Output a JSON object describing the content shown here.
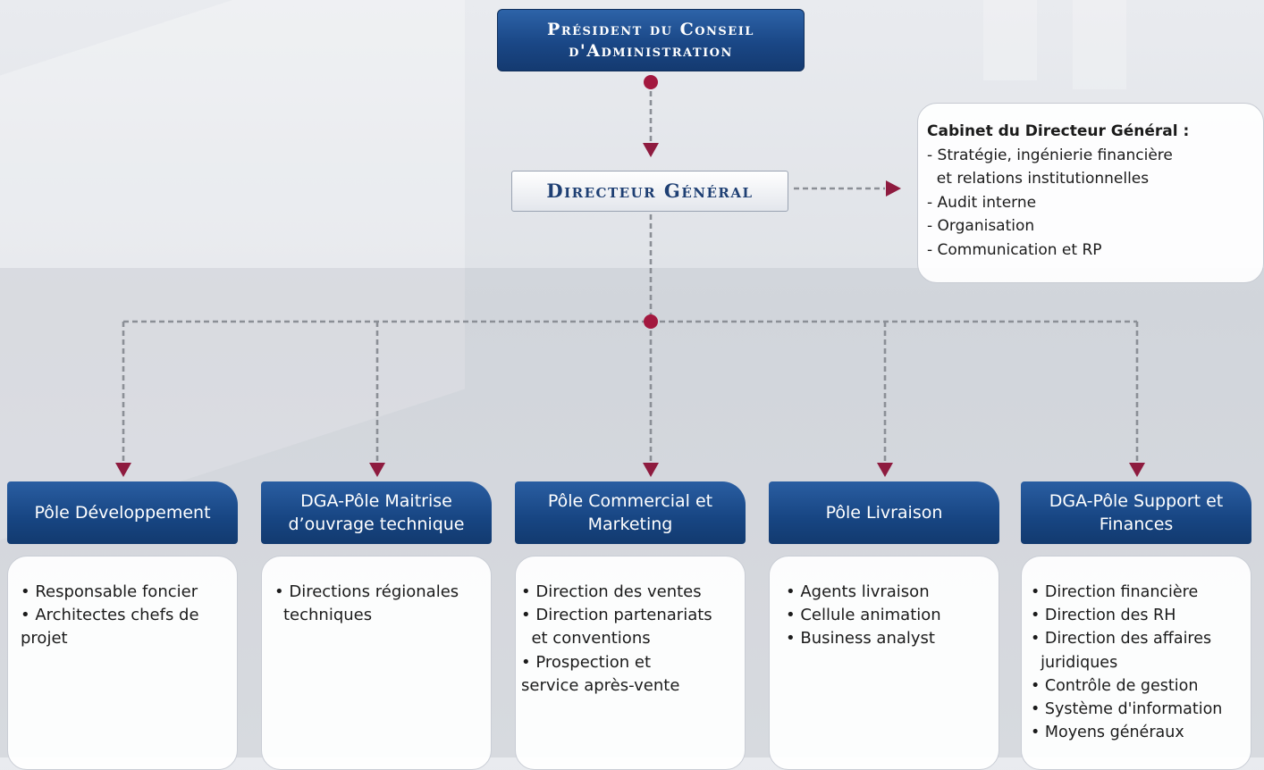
{
  "president": {
    "line1": "Président du Conseil",
    "line2": "d'Administration"
  },
  "directeur_general": "Directeur Général",
  "cabinet": {
    "title": "Cabinet du Directeur Général :",
    "items": [
      "- Stratégie, ingénierie financière",
      "  et relations institutionnelles",
      "- Audit interne",
      "- Organisation",
      "- Communication et RP"
    ]
  },
  "poles": [
    {
      "title_lines": [
        "Pôle Développement"
      ],
      "lines": [
        "• Responsable foncier",
        "• Architectes chefs de",
        "projet"
      ]
    },
    {
      "title_lines": [
        "DGA-Pôle Maitrise",
        "d’ouvrage technique"
      ],
      "lines": [
        "• Directions régionales",
        "techniques"
      ]
    },
    {
      "title_lines": [
        "Pôle Commercial et",
        "Marketing"
      ],
      "lines": [
        "• Direction des ventes",
        "• Direction partenariats",
        "  et conventions",
        "• Prospection et",
        "service après-vente"
      ]
    },
    {
      "title_lines": [
        "Pôle Livraison"
      ],
      "lines": [
        "• Agents livraison",
        "• Cellule animation",
        "• Business analyst"
      ]
    },
    {
      "title_lines": [
        "DGA-Pôle Support et",
        "Finances"
      ],
      "lines": [
        "• Direction financière",
        "• Direction des RH",
        "• Direction des affaires",
        "  juridiques",
        "• Contrôle de gestion",
        "• Système d'information",
        "• Moyens généraux"
      ]
    }
  ],
  "colors": {
    "navy": "#174582",
    "connector": "#8b8f96",
    "dot": "#a3183f",
    "arrow": "#8e1b3f"
  }
}
